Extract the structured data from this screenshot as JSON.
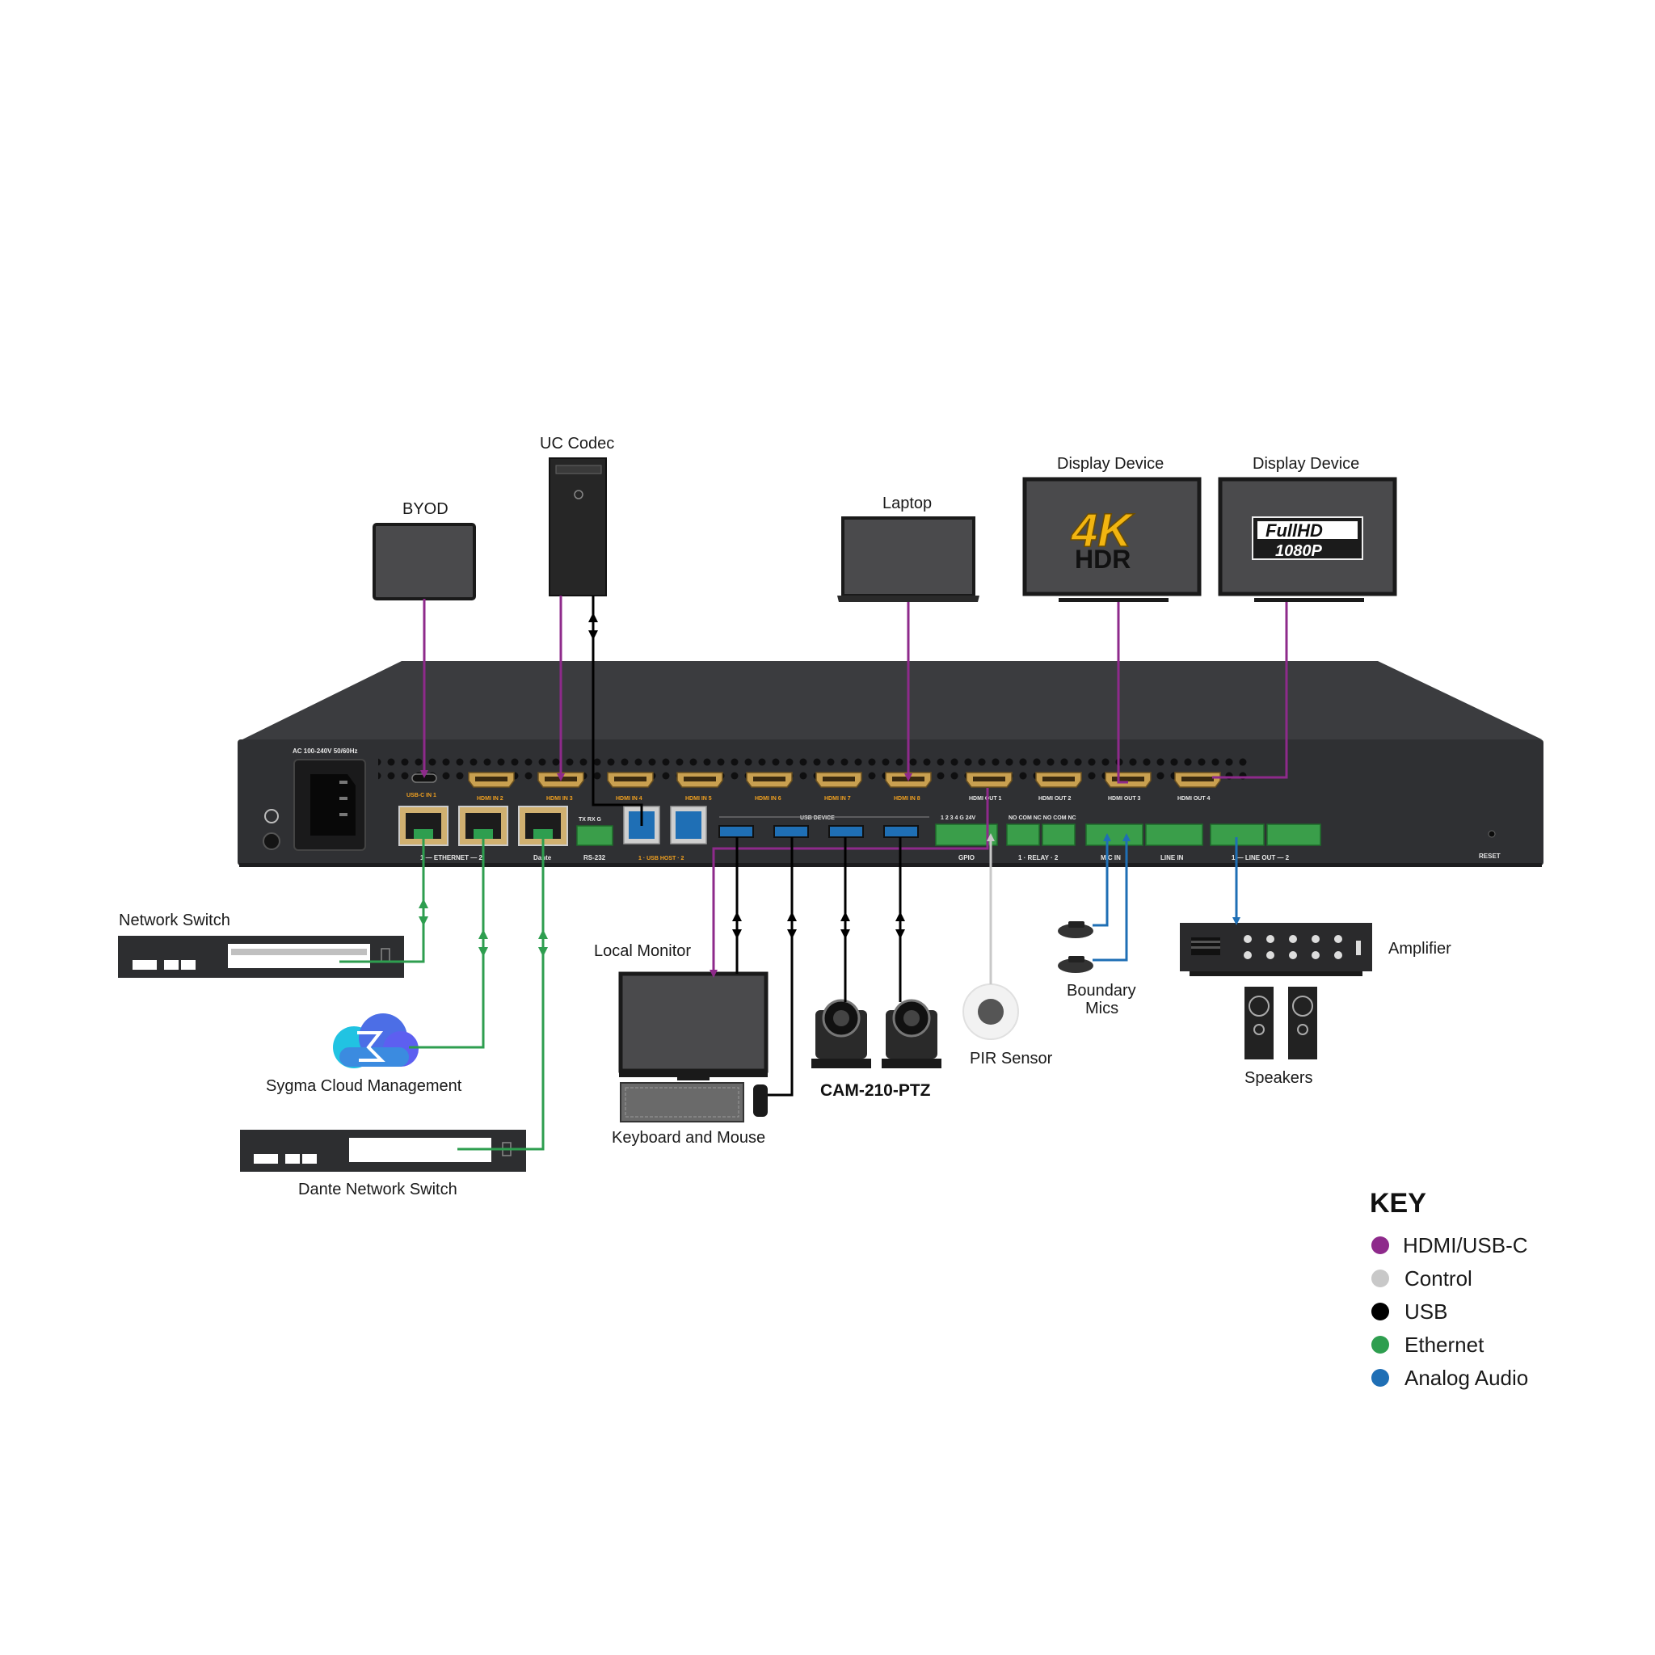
{
  "devices": {
    "uc_codec": "UC Codec",
    "byod": "BYOD",
    "laptop": "Laptop",
    "display_1": "Display Device",
    "display_2": "Display Device",
    "display_1_badge_top": "4K",
    "display_1_badge_bottom": "HDR",
    "display_2_badge_top": "FullHD",
    "display_2_badge_bottom": "1080P",
    "network_switch": "Network Switch",
    "cloud": "Sygma Cloud Management",
    "dante_switch": "Dante Network Switch",
    "local_monitor": "Local Monitor",
    "keyboard_mouse": "Keyboard and Mouse",
    "camera": "CAM-210-PTZ",
    "pir_sensor": "PIR Sensor",
    "boundary_mics_line1": "Boundary",
    "boundary_mics_line2": "Mics",
    "amplifier": "Amplifier",
    "speakers": "Speakers"
  },
  "panel": {
    "power_label": "AC 100-240V 50/60Hz",
    "usbc_in": "USB-C IN 1",
    "hdmi_in": [
      "HDMI IN 2",
      "HDMI IN 3",
      "HDMI IN 4",
      "HDMI IN 5",
      "HDMI IN 6",
      "HDMI IN 7",
      "HDMI IN 8"
    ],
    "hdmi_out": [
      "HDMI OUT 1",
      "HDMI OUT 2",
      "HDMI OUT 3",
      "HDMI OUT 4"
    ],
    "ethernet": "1 — ETHERNET — 2",
    "dante": "Dante",
    "rs232": "RS-232",
    "rs232_pins": "TX  RX  G",
    "usb_host": "1 · USB HOST · 2",
    "usb_device": "USB DEVICE",
    "gpio": "GPIO",
    "gpio_pins": "1  2  3  4  G  24V",
    "relay": "1 · RELAY · 2",
    "relay_pins": "NO COM NC   NO COM NC",
    "mic_in": "MIC IN",
    "line_in": "LINE IN",
    "line_out": "1 — LINE OUT — 2",
    "reset": "RESET"
  },
  "key": {
    "title": "KEY",
    "items": [
      {
        "label": "HDMI/USB-C",
        "color": "#8e2a8b"
      },
      {
        "label": "Control",
        "color": "#c8c8c8"
      },
      {
        "label": "USB",
        "color": "#000000"
      },
      {
        "label": "Ethernet",
        "color": "#2e9e4f"
      },
      {
        "label": "Analog Audio",
        "color": "#1f6fb5"
      }
    ]
  },
  "colors": {
    "hdmi": "#8e2a8b",
    "control": "#c8c8c8",
    "usb": "#000000",
    "ethernet": "#2e9e4f",
    "audio": "#1f6fb5",
    "chassis": "#2f3033",
    "chassis_top": "#3b3c3f"
  }
}
